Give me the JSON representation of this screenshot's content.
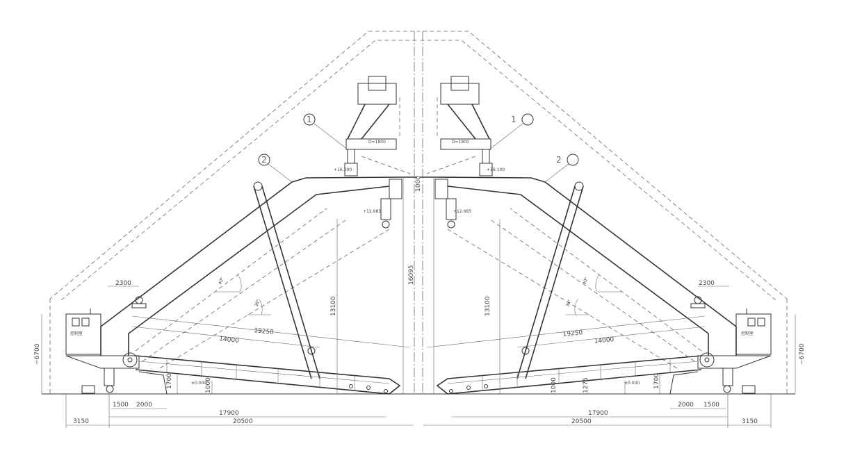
{
  "drawing": {
    "callouts": [
      "1",
      "2"
    ],
    "control_room_label": "控制室",
    "stacker_label": "D=1800",
    "elevations": {
      "top": "+16.100",
      "mid": "+12.685",
      "ground": "±0.000"
    },
    "angles": [
      "40°",
      "38°"
    ],
    "dimensions": {
      "boom_offset": "2300",
      "boom_length": "19250",
      "conveyor_length": "14000",
      "height_left": "~6700",
      "height_right": "~6700",
      "vertical_13100": "13100",
      "vertical_16095": "16095",
      "gap_top": "1000",
      "pit_height": "1700",
      "pit_depth": "1000",
      "slope_height": "1275",
      "d1500": "1500",
      "d2000": "2000",
      "d17900": "17900",
      "d20500": "20500",
      "d3150": "3150"
    }
  }
}
